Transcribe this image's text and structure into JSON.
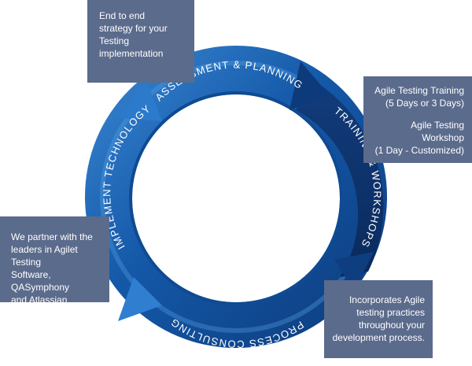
{
  "colors": {
    "note_background": "#5b6b8c",
    "ring_dark": "#0c2f66",
    "ring_mid": "#1458a8",
    "ring_light": "#4d9be0",
    "text": "#ffffff"
  },
  "stages": {
    "assessment": "ASSESSMENT & PLANNING",
    "training": "TRAINING & WORKSHOPS",
    "consulting": "PROCESS CONSULTING",
    "implement": "IMPLEMENT TECHNOLOGY"
  },
  "notes": {
    "strategy": [
      "End to end",
      "strategy for your",
      "Testing",
      "implementation"
    ],
    "training": {
      "item1": [
        "Agile Testing Training",
        "(5 Days or 3 Days)"
      ],
      "item2": [
        "Agile Testing Workshop",
        "(1 Day - Customized)"
      ]
    },
    "partners": [
      "We partner with the",
      "leaders in Agilet Testing",
      "Software, QASymphony",
      "and Atlassian"
    ],
    "consulting": [
      "Incorporates Agile",
      "testing practices",
      "throughout your",
      "development process."
    ]
  }
}
